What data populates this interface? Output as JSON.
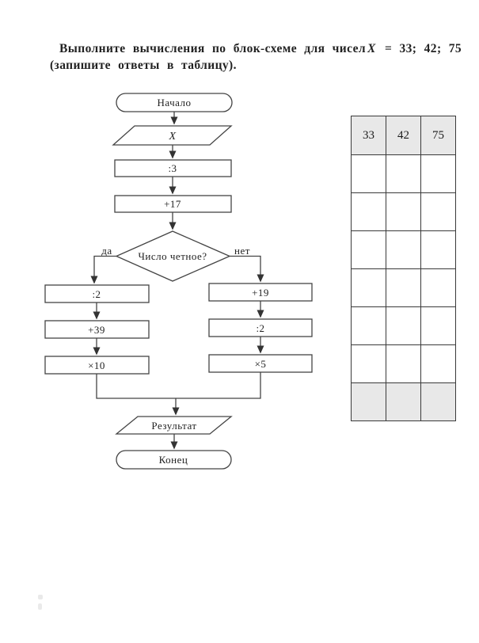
{
  "title": {
    "line1_pre": "Выполните вычисления по блок-схеме для чисел",
    "line1_var": "X",
    "line1_values": "= 33; 42; 75",
    "line2": "(запишите ответы в таблицу)."
  },
  "flowchart": {
    "type": "flowchart",
    "start_label": "Начало",
    "input_label": "X",
    "step_divide3": ":3",
    "step_plus17": "+17",
    "decision_label": "Число четное?",
    "branch_yes_label": "да",
    "branch_no_label": "нет",
    "left_branch": [
      ":2",
      "+39",
      "×10"
    ],
    "right_branch": [
      "+19",
      ":2",
      "×5"
    ],
    "output_label": "Результат",
    "end_label": "Конец"
  },
  "table": {
    "headers": [
      "33",
      "42",
      "75"
    ],
    "body_rows": [
      [
        "",
        "",
        ""
      ],
      [
        "",
        "",
        ""
      ],
      [
        "",
        "",
        ""
      ],
      [
        "",
        "",
        ""
      ],
      [
        "",
        "",
        ""
      ],
      [
        "",
        "",
        ""
      ]
    ],
    "footer_row": [
      "",
      "",
      ""
    ]
  },
  "colors": {
    "line": "#444444",
    "arrow": "#333333",
    "table_border": "#3a3a3a",
    "shaded_cell": "#e8e8e8",
    "text": "#222222",
    "background": "#ffffff"
  }
}
